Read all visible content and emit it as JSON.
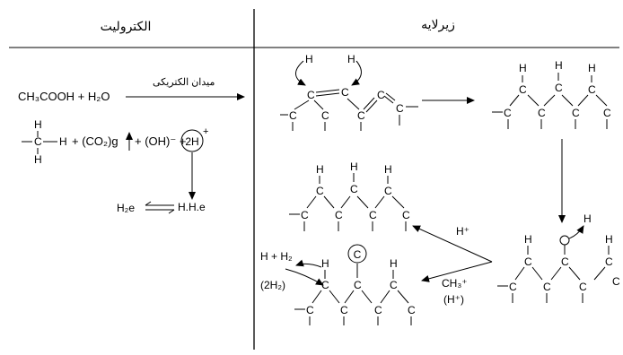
{
  "headers": {
    "left": "الکترولیت",
    "right": "زیرلایه"
  },
  "electrolyte": {
    "reaction_left": "CH₃COOH + H₂O",
    "field_label": "میدان الکتریکی",
    "methane_product": "+ (CO₂)g",
    "hydroxide": "+ (OH)⁻ +",
    "proton": "2H",
    "proton_charge": "+",
    "hydrogen_atom": "H.H.e",
    "hydrogen_molecule": "H₂e"
  },
  "atoms": {
    "hydrogen": "H",
    "carbon": "C"
  },
  "reagents": {
    "proton": "H⁺",
    "methyl": "CH₃⁺",
    "methyl_proton": "(H⁺)",
    "h_plus_h2": "H + H₂",
    "two_h2": "(2H₂)",
    "circled_carbon": "C"
  }
}
